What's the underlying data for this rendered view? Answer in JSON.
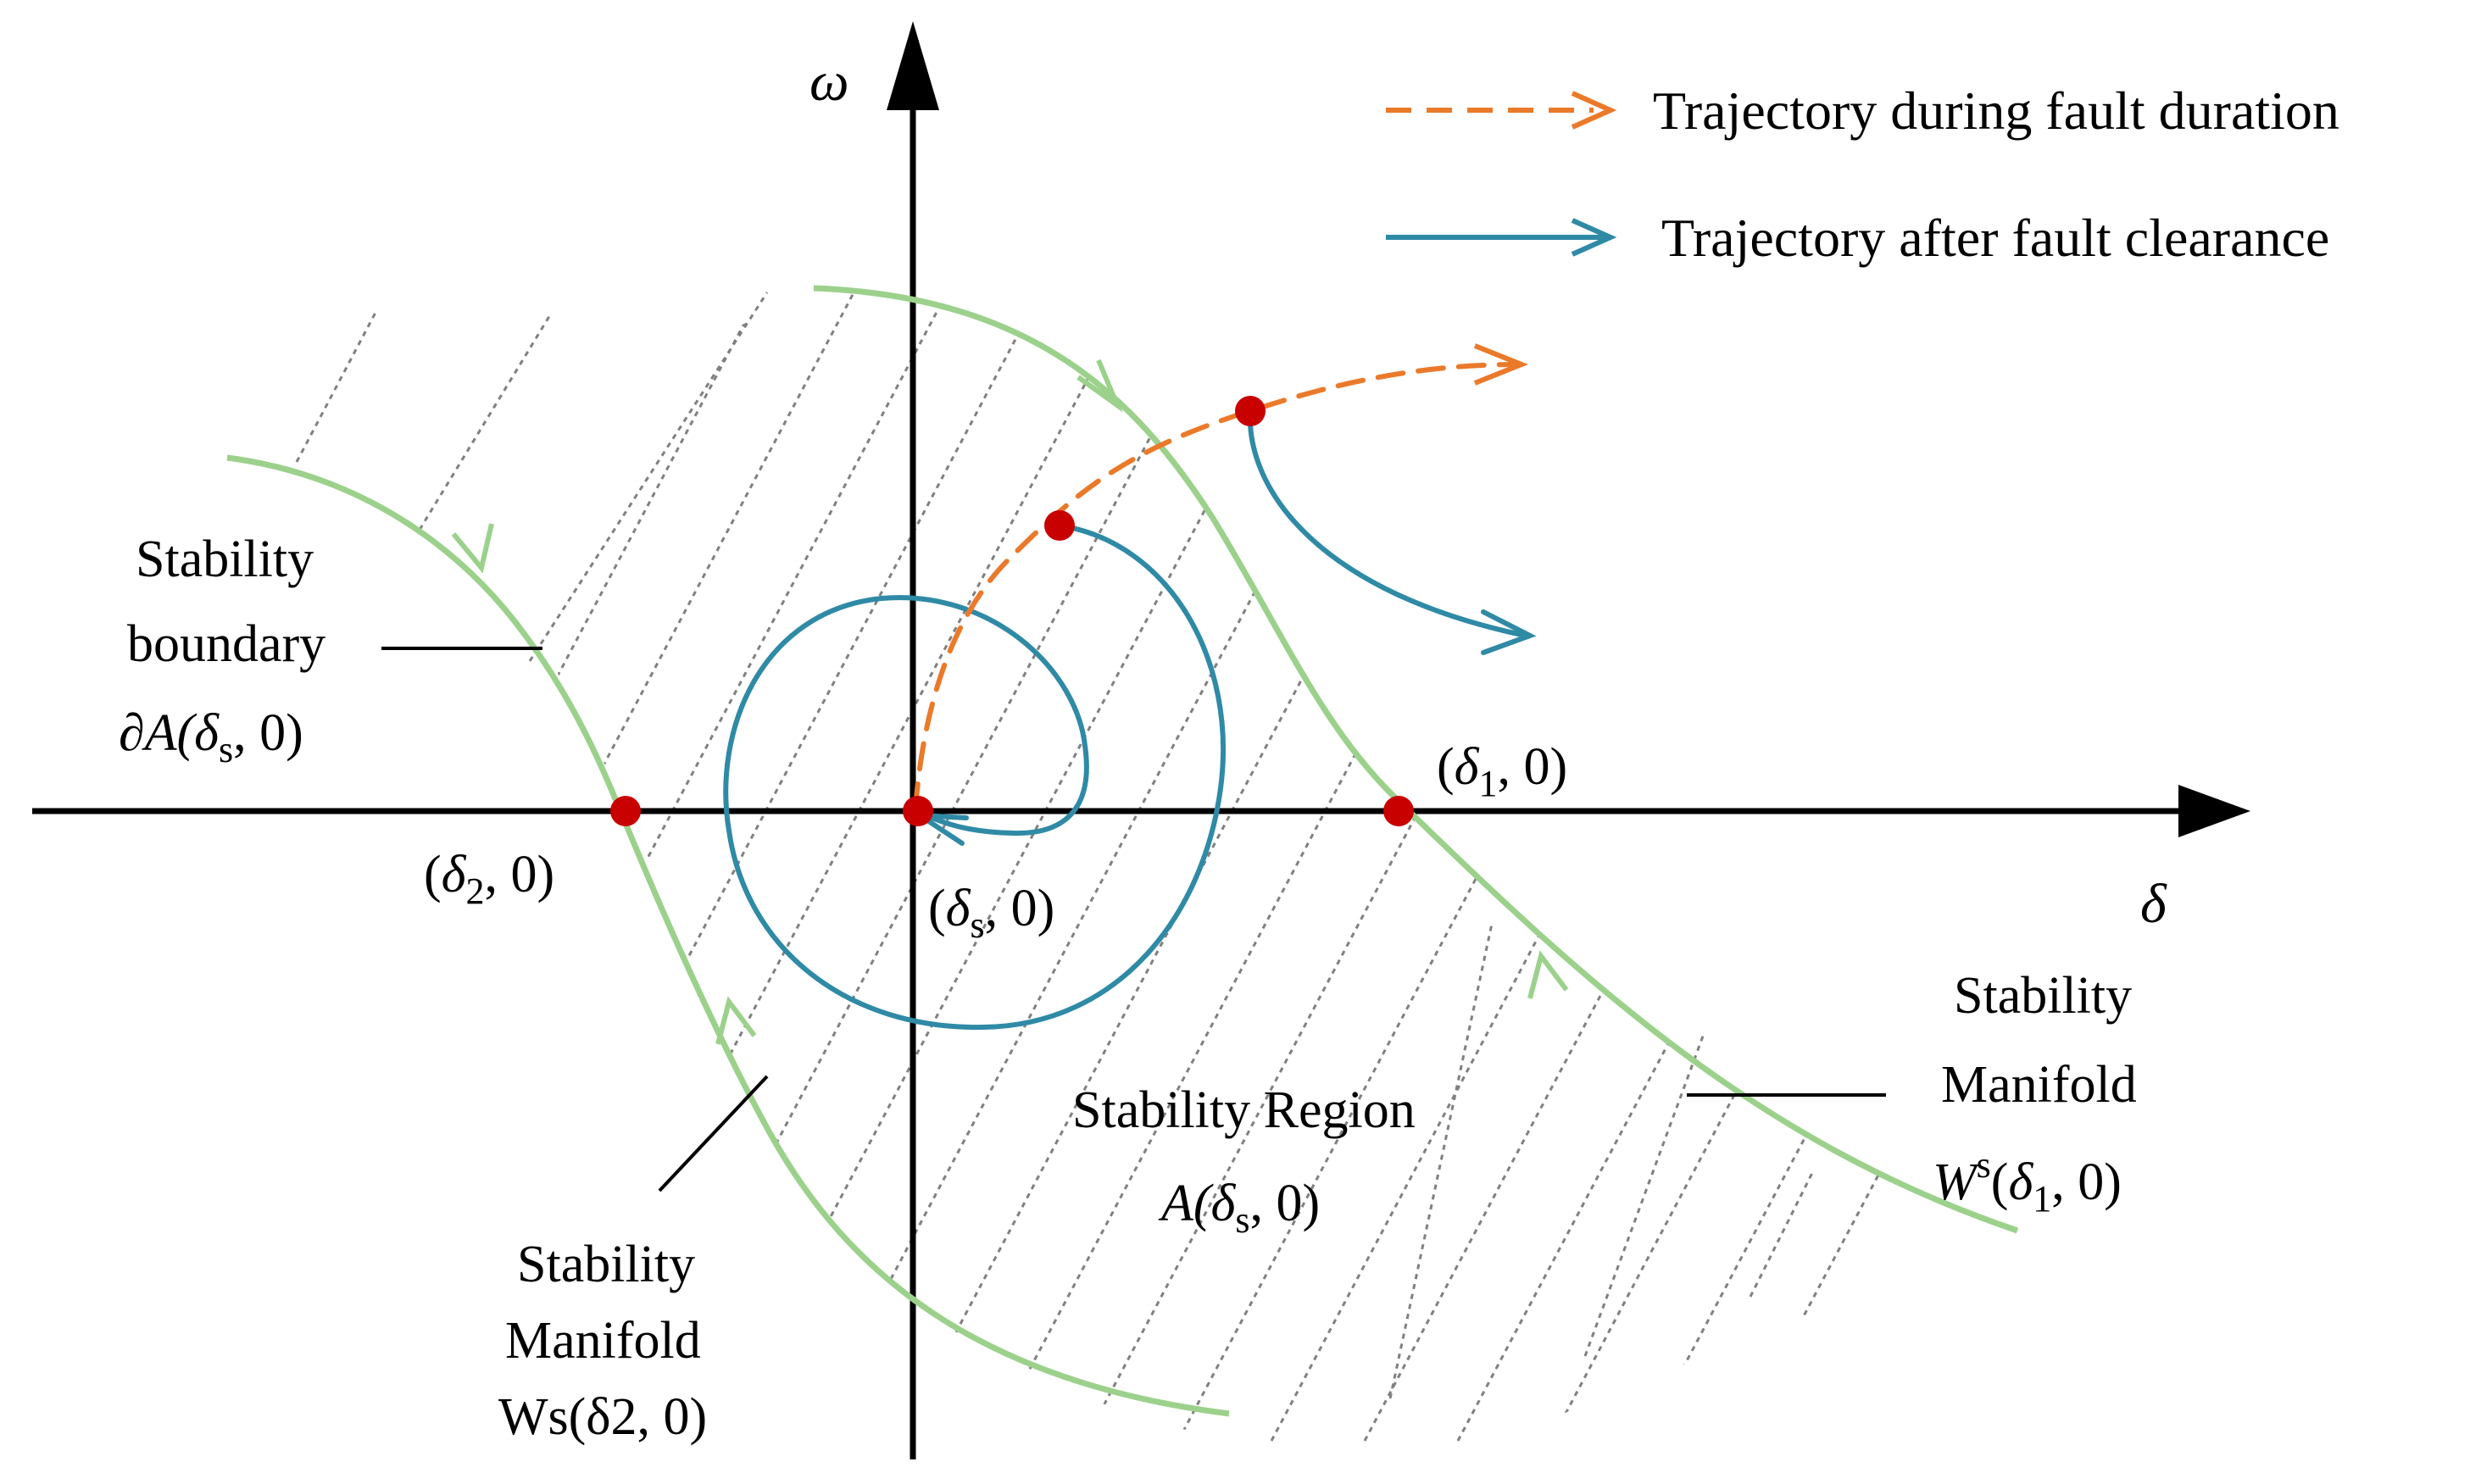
{
  "axes": {
    "x_label": "δ",
    "y_label": "ω"
  },
  "legend": {
    "fault": {
      "label": "Trajectory during fault duration"
    },
    "cleared": {
      "label": "Trajectory after fault clearance"
    }
  },
  "colors": {
    "boundary": "#9cd18c",
    "fault_trajectory": "#ea7a2a",
    "cleared_trajectory": "#2f8aa6",
    "equilibrium": "#c80000",
    "hatch": "#808080",
    "axis": "#000000"
  },
  "points": {
    "delta_s": {
      "pre": "(",
      "sym": "δ",
      "sub": "s",
      "post": ", 0)"
    },
    "delta_1": {
      "pre": "(",
      "sym": "δ",
      "sub": "1",
      "post": ", 0)"
    },
    "delta_2": {
      "pre": "(",
      "sym": "δ",
      "sub": "2",
      "post": ", 0)"
    }
  },
  "labels": {
    "boundary": {
      "line1": "Stability",
      "line2": "boundary",
      "line3_pre": "∂A(",
      "line3_sym": "δ",
      "line3_sub": "s",
      "line3_post": ", 0)"
    },
    "region": {
      "line1": "Stability Region",
      "line2_pre": "A(δ",
      "line2_sub": "s",
      "line2_post": ", 0)"
    },
    "manifold_left": {
      "line1": "Stability",
      "line2": "Manifold",
      "line3": "Ws(δ2, 0)"
    },
    "manifold_right": {
      "line1": "Stability",
      "line2": "Manifold",
      "line3_w": "W",
      "line3_sup": "s",
      "line3_pre": "(",
      "line3_sym": "δ",
      "line3_sub": "1",
      "line3_post": ", 0)"
    }
  }
}
